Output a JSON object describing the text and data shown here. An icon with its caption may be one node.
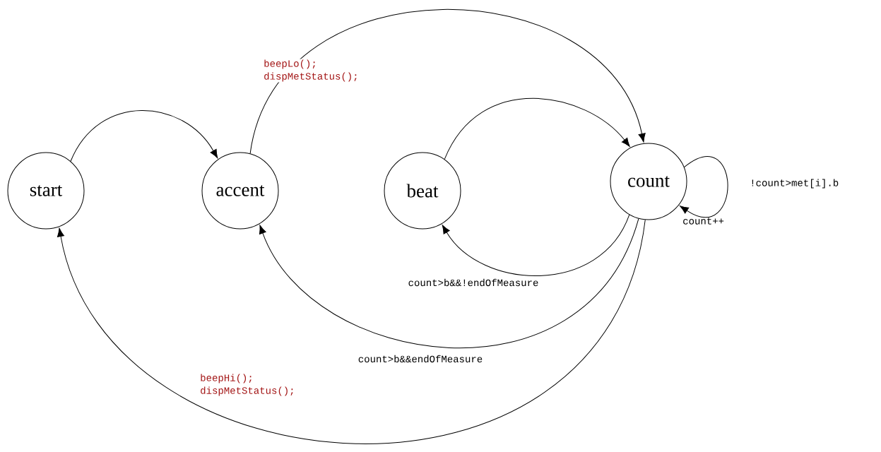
{
  "diagram": {
    "nodes": [
      {
        "text": [
          "start"
        ]
      },
      {
        "text": [
          "accent"
        ]
      },
      {
        "text": [
          "beat"
        ]
      },
      {
        "text": [
          "count"
        ]
      }
    ],
    "edges": [
      {
        "from": 0,
        "to": 1,
        "arrow": "to"
      },
      {
        "from": 1,
        "to": 3,
        "arrow": "to",
        "label": "beepLo(); dispMetStatus();"
      },
      {
        "from": 2,
        "to": 3,
        "arrow": "to"
      },
      {
        "from": 3,
        "to": 3,
        "arrow": "to",
        "label": "!count>met[i].b"
      },
      {
        "from": 3,
        "to": 2,
        "arrow": "to",
        "label": "count>b&&!endOfMeasure"
      },
      {
        "from": 3,
        "to": 1,
        "arrow": "to",
        "label": "count>b&&endOfMeasure"
      },
      {
        "from": 3,
        "to": 0,
        "arrow": "to",
        "label": "beepHi(); dispMetStatus();"
      }
    ],
    "labels": [
      "count++"
    ]
  }
}
